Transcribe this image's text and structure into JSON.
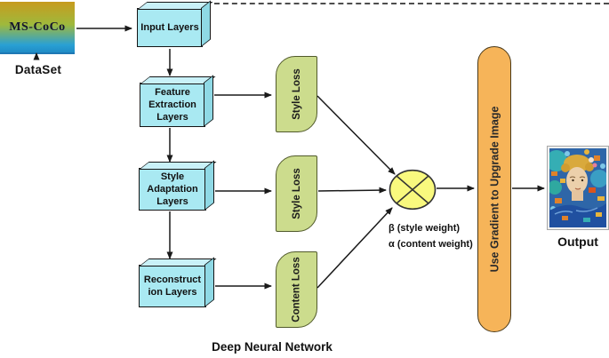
{
  "dataset": {
    "label": "MS-CoCo",
    "caption": "DataSet"
  },
  "layers": [
    {
      "label": "Input Layers"
    },
    {
      "label": "Feature\nExtraction\nLayers"
    },
    {
      "label": "Style\nAdaptation\nLayers"
    },
    {
      "label": "Reconstruct\nion Layers"
    }
  ],
  "losses": [
    {
      "label": "Style Loss"
    },
    {
      "label": "Style Loss"
    },
    {
      "label": "Content Loss"
    }
  ],
  "weights": {
    "beta": "β (style weight)",
    "alpha": "α (content weight)"
  },
  "gradient": {
    "label": "Use Gradient to Upgrade Image"
  },
  "output": {
    "caption": "Output"
  },
  "caption": "Deep Neural Network",
  "colors": {
    "layer_fill": "#a9e9f2",
    "layer_top_fill": "#c9f1f8",
    "layer_side_fill": "#8fd9e5",
    "loss_fill": "#ccdc8d",
    "loss_border": "#515a2b",
    "multiply_fill": "#f9f97e",
    "gradient_pill_fill": "#f6b459",
    "dataset_top": "#c79b1e",
    "dataset_mid": "#9fb93c",
    "dataset_bottom": "#2aa0d4",
    "arrow_color": "#1a1a1a"
  }
}
